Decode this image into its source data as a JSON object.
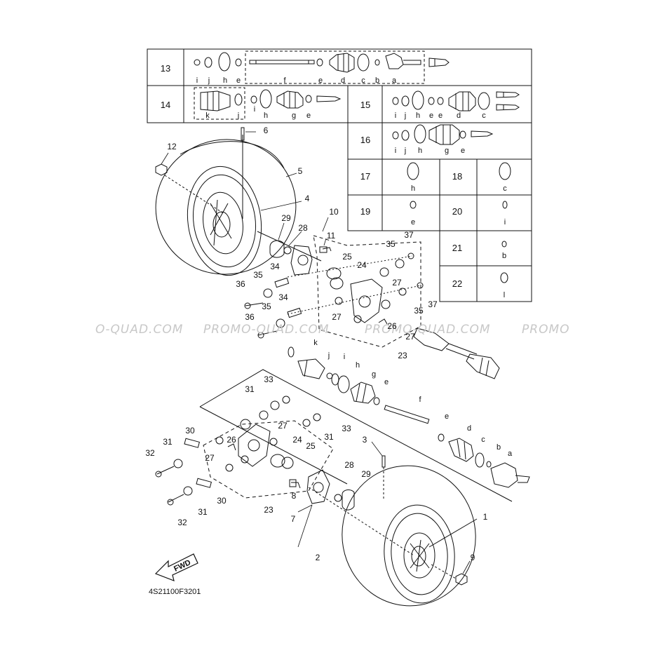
{
  "table": {
    "rows": [
      {
        "ref": "13",
        "letters": [
          "i",
          "j",
          "h",
          "e",
          "f",
          "e",
          "d",
          "c",
          "b",
          "a"
        ]
      },
      {
        "ref": "14",
        "letters": [
          "k",
          "j",
          "i",
          "h",
          "g",
          "e"
        ]
      },
      {
        "ref": "15",
        "letters": [
          "i",
          "j",
          "h",
          "e",
          "e",
          "d",
          "c"
        ]
      },
      {
        "ref": "16",
        "letters": [
          "i",
          "j",
          "h",
          "g",
          "e"
        ]
      },
      {
        "ref": "17",
        "letters": [
          "h"
        ]
      },
      {
        "ref": "18",
        "letters": [
          "c"
        ]
      },
      {
        "ref": "19",
        "letters": [
          "e"
        ]
      },
      {
        "ref": "20",
        "letters": [
          "i"
        ]
      },
      {
        "ref": "21",
        "letters": [
          "b"
        ]
      },
      {
        "ref": "22",
        "letters": [
          "l"
        ]
      }
    ]
  },
  "upper_callouts": [
    "1",
    "2",
    "3",
    "4",
    "5",
    "6",
    "7",
    "8",
    "9",
    "10",
    "11",
    "12",
    "23",
    "24",
    "25",
    "26",
    "27",
    "28",
    "29",
    "34",
    "35",
    "36",
    "37"
  ],
  "upper_letters": [
    "k",
    "j",
    "i",
    "h",
    "g",
    "e",
    "f",
    "e",
    "d",
    "c",
    "b",
    "a"
  ],
  "lower_callouts": [
    "23",
    "24",
    "25",
    "26",
    "27",
    "30",
    "31",
    "32",
    "33"
  ],
  "watermark": [
    "O-QUAD.COM",
    "PROMO-QUAD.COM",
    "PROMO-QUAD.COM",
    "PROMO"
  ],
  "fwd_label": "FWD",
  "part_code": "4S21100F3201",
  "colors": {
    "line": "#111111",
    "watermark": "#c8c8c8",
    "background": "#ffffff"
  }
}
